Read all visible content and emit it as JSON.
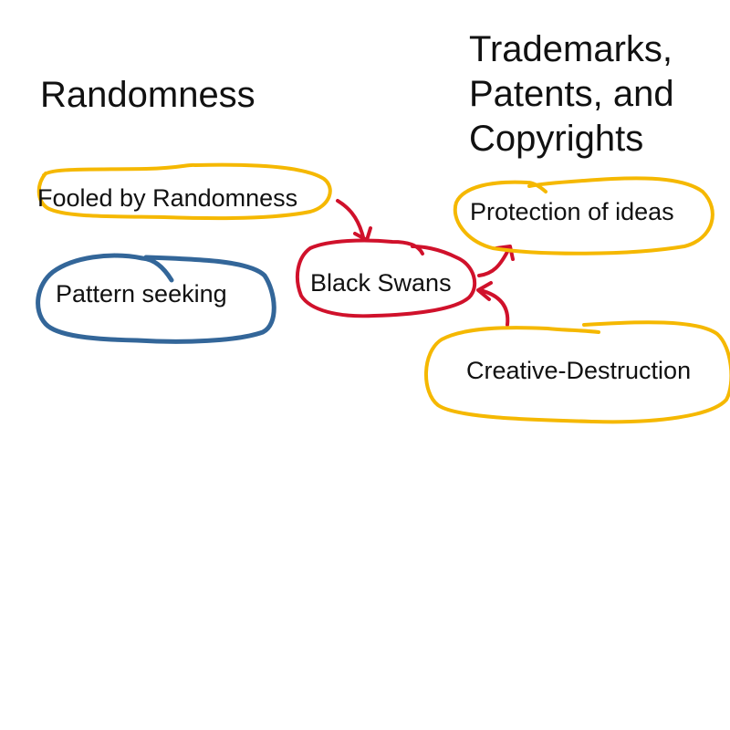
{
  "headings": {
    "randomness": "Randomness",
    "ip": [
      "Trademarks,",
      "Patents, and",
      "Copyrights"
    ]
  },
  "nodes": {
    "fooled": "Fooled by Randomness",
    "pattern": "Pattern seeking",
    "black_swans": "Black Swans",
    "protection": "Protection of ideas",
    "creative": "Creative-Destruction"
  },
  "colors": {
    "yellow": "#f5b800",
    "blue": "#336699",
    "red": "#d0112b",
    "text": "#111111"
  }
}
